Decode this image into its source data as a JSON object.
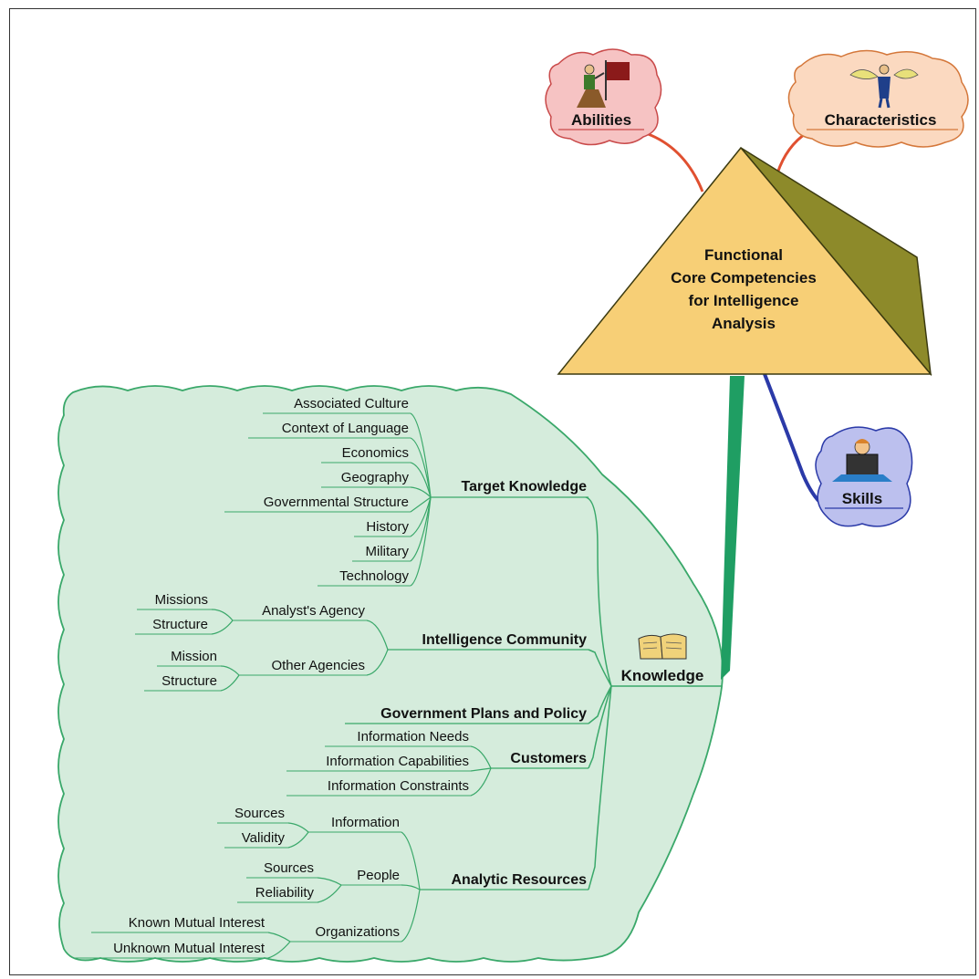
{
  "title_lines": [
    "Functional",
    "Core Competencies",
    "for Intelligence",
    "Analysis"
  ],
  "outer_nodes": {
    "abilities": "Abilities",
    "characteristics": "Characteristics",
    "skills": "Skills",
    "knowledge": "Knowledge"
  },
  "target_knowledge": {
    "label": "Target Knowledge",
    "items": [
      "Associated Culture",
      "Context of Language",
      "Economics",
      "Geography",
      "Governmental Structure",
      "History",
      "Military",
      "Technology"
    ]
  },
  "intelligence_community": {
    "label": "Intelligence Community",
    "analysts_agency": {
      "label": "Analyst's Agency",
      "items": [
        "Missions",
        "Structure"
      ]
    },
    "other_agencies": {
      "label": "Other Agencies",
      "items": [
        "Mission",
        "Structure"
      ]
    }
  },
  "government_plans": {
    "label": "Government Plans and Policy"
  },
  "customers": {
    "label": "Customers",
    "items": [
      "Information Needs",
      "Information Capabilities",
      "Information Constraints"
    ]
  },
  "analytic_resources": {
    "label": "Analytic Resources",
    "information": {
      "label": "Information",
      "items": [
        "Sources",
        "Validity"
      ]
    },
    "people": {
      "label": "People",
      "items": [
        "Sources",
        "Reliability"
      ]
    },
    "organizations": {
      "label": "Organizations",
      "items": [
        "Known Mutual Interest",
        "Unknown Mutual Interest"
      ]
    }
  },
  "colors": {
    "knowledge_fill": "#d5ecdc",
    "knowledge_line": "#3aa86a",
    "pyramid_front": "#f7cf76",
    "pyramid_side": "#8d8a2a",
    "abilities_fill": "#f6c3c3",
    "characteristics_fill": "#fbd9c0",
    "skills_fill": "#bcc0ee",
    "red_connector": "#e05030",
    "blue_connector": "#2b3aa8",
    "green_connector": "#1f9e63"
  }
}
